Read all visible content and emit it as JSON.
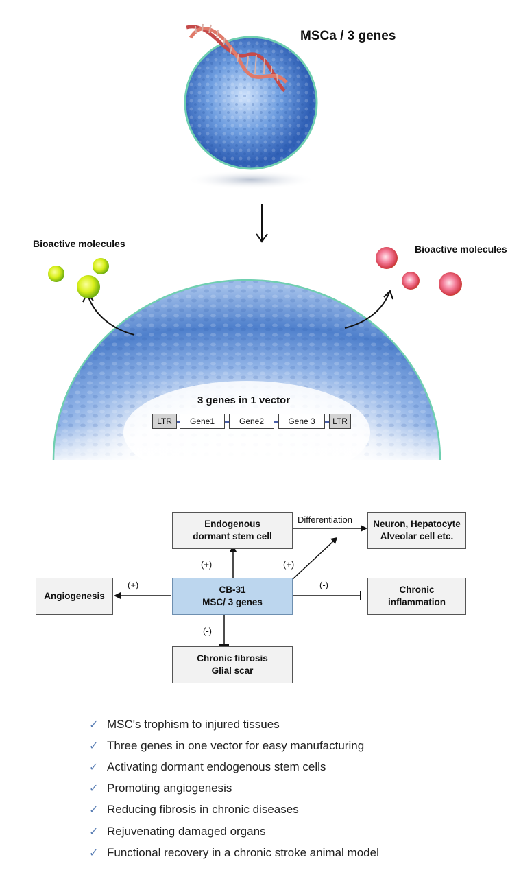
{
  "top": {
    "title": "MSCa / 3 genes"
  },
  "left_molecules_label": "Bioactive molecules",
  "right_molecules_label": "Bioactive molecules",
  "vector": {
    "title": "3 genes in 1 vector",
    "segments": [
      "LTR",
      "Gene1",
      "Gene2",
      "Gene 3",
      "LTR"
    ]
  },
  "pathway": {
    "center_line1": "CB-31",
    "center_line2": "MSC/ 3 genes",
    "endogenous_line1": "Endogenous",
    "endogenous_line2": "dormant stem cell",
    "neuron_line1": "Neuron, Hepatocyte",
    "neuron_line2": "Alveolar cell etc.",
    "angiogenesis": "Angiogenesis",
    "chronic_inflammation_line1": "Chronic",
    "chronic_inflammation_line2": "inflammation",
    "fibrosis_line1": "Chronic fibrosis",
    "fibrosis_line2": "Glial scar",
    "differentiation_label": "Differentiation",
    "plus_up": "(+)",
    "plus_diag": "(+)",
    "plus_left": "(+)",
    "minus_right": "(-)",
    "minus_down": "(-)"
  },
  "colors": {
    "cell_blue": "#3f72c4",
    "membrane": "#6fcfb0",
    "center_box": "#bcd6ee",
    "check": "#5b7fb5"
  },
  "checklist": [
    "MSC's trophism to injured tissues",
    "Three genes in one vector for easy manufacturing",
    "Activating dormant endogenous stem cells",
    "Promoting angiogenesis",
    "Reducing fibrosis in chronic diseases",
    "Rejuvenating damaged organs",
    "Functional recovery in a chronic stroke animal model"
  ]
}
